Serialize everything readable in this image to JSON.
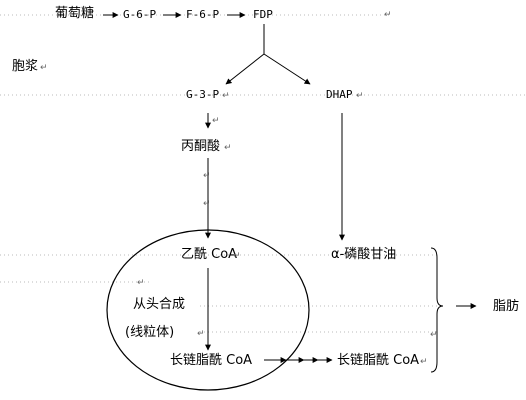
{
  "labels": {
    "glucose": "葡萄糖",
    "g6p": "G-6-P",
    "f6p": "F-6-P",
    "fdp": "FDP",
    "cytosol": "胞浆",
    "g3p": "G-3-P",
    "dhap": "DHAP",
    "pyruvate": "丙酮酸",
    "acetyl_coa": "乙酰 CoA",
    "alpha_glycerophosphate": "α-磷酸甘油",
    "de_novo_synthesis": "从头合成",
    "mitochondria": "(线粒体)",
    "long_chain_acyl_coa_left": "长链脂酰 CoA",
    "long_chain_acyl_coa_right": "长链脂酰 CoA",
    "fat": "脂肪"
  },
  "paragraph_mark": "↵"
}
